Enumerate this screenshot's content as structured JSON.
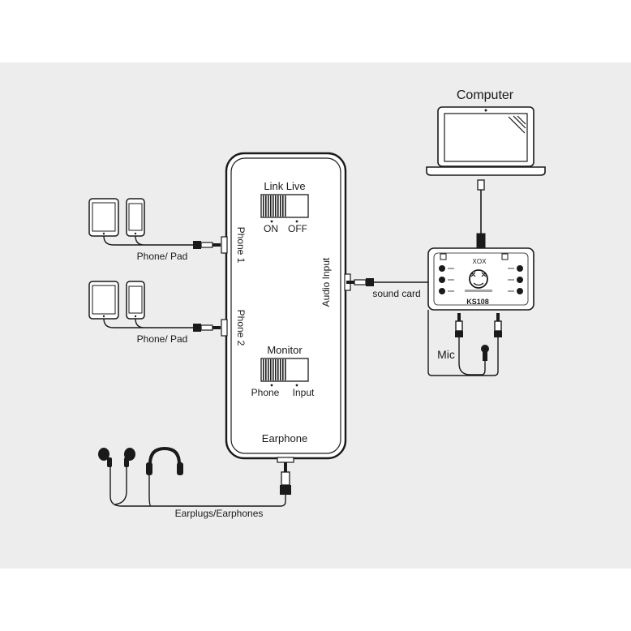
{
  "computer": {
    "label": "Computer"
  },
  "device": {
    "link_live": {
      "title": "Link Live",
      "on": "ON",
      "off": "OFF"
    },
    "monitor": {
      "title": "Monitor",
      "phone": "Phone",
      "input": "Input"
    },
    "phone1": "Phone 1",
    "phone2": "Phone 2",
    "audio_input": "Audio Input",
    "earphone": "Earphone"
  },
  "sound_card": {
    "label": "sound card",
    "brand": "XOX",
    "model": "KS108",
    "mic": "Mic"
  },
  "phone_pad_1": "Phone/ Pad",
  "phone_pad_2": "Phone/ Pad",
  "earplugs": "Earplugs/Earphones",
  "colors": {
    "background": "#ededed",
    "ink": "#1a1a1a"
  }
}
